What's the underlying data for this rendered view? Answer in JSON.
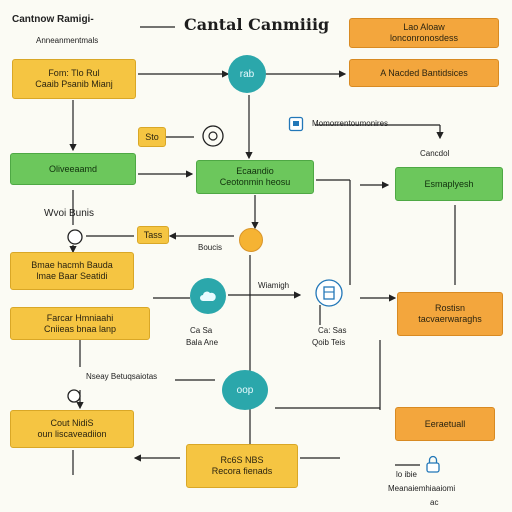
{
  "header": {
    "title": "Cantal Canmiiig",
    "subtitle_left": "Cantnow Ramigi-",
    "caption_left": "Anneanmentmals"
  },
  "nodes": {
    "top_right_box": [
      "Lao Aloaw",
      "lonconronosdess"
    ],
    "left_box_1": [
      "Fom: Tlo Rul",
      "Caaib Psanib Mianj"
    ],
    "right_box_1": "A Nacded Bantidsices",
    "small_box_1": "Sto",
    "left_green": "Oliveeaamd",
    "center_green": [
      "Ecaandio",
      "Ceotonmin heosu"
    ],
    "right_green": "Esmaplyesh",
    "pill_1": "Tass",
    "left_box_2": [
      "Bmae hacmh Bauda",
      "lmae Baar Seatidi"
    ],
    "left_box_3": [
      "Farcar Hmniaahi",
      "Cniieas bnaa lanp"
    ],
    "right_box_2": [
      "Rostisn",
      "tacvaerwaraghs"
    ],
    "left_box_4": [
      "Cout NidiS",
      "oun liscaveadiion"
    ],
    "right_box_3": "Eeraetuall",
    "bottom_box": [
      "Rc6S NBS",
      "Recora fienads"
    ],
    "circle_1": "rab",
    "circle_3": "oop"
  },
  "labels": {
    "memory_terms": "Momorrentoumonires",
    "can_dol": "Cancdol",
    "wv_bumis": "Wvoi Bunis",
    "bonds": "Boucis",
    "warnigh": "Wiamigh",
    "ca_sa": "Ca  Sa",
    "ca_sa_2": "Ca: Sas",
    "qoib_teis": "Qoib   Teis",
    "bala_ane": "Bala  Ane",
    "notes_bullet": "Nseay Betuqsaiotas",
    "tbiie": "lo  ibie",
    "mean_monroe": "Meanaiemhiaaiomi",
    "ac": "ac"
  },
  "colors": {
    "yellow": "#f5c542",
    "orange": "#f3a63d",
    "green": "#6cc75c",
    "teal": "#2ba7ab",
    "background": "#fbfbf4"
  }
}
